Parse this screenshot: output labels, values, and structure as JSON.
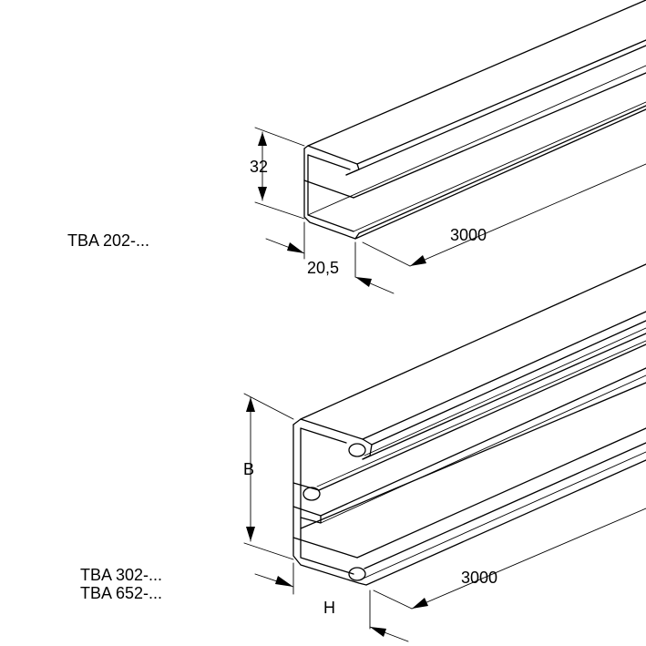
{
  "upper_profile": {
    "name_label": "TBA 202-...",
    "height_dim": "32",
    "width_dim": "20,5",
    "length_dim": "3000"
  },
  "lower_profile": {
    "name_label_1": "TBA 302-...",
    "name_label_2": "TBA 652-...",
    "height_dim": "B",
    "width_dim": "H",
    "length_dim": "3000"
  }
}
